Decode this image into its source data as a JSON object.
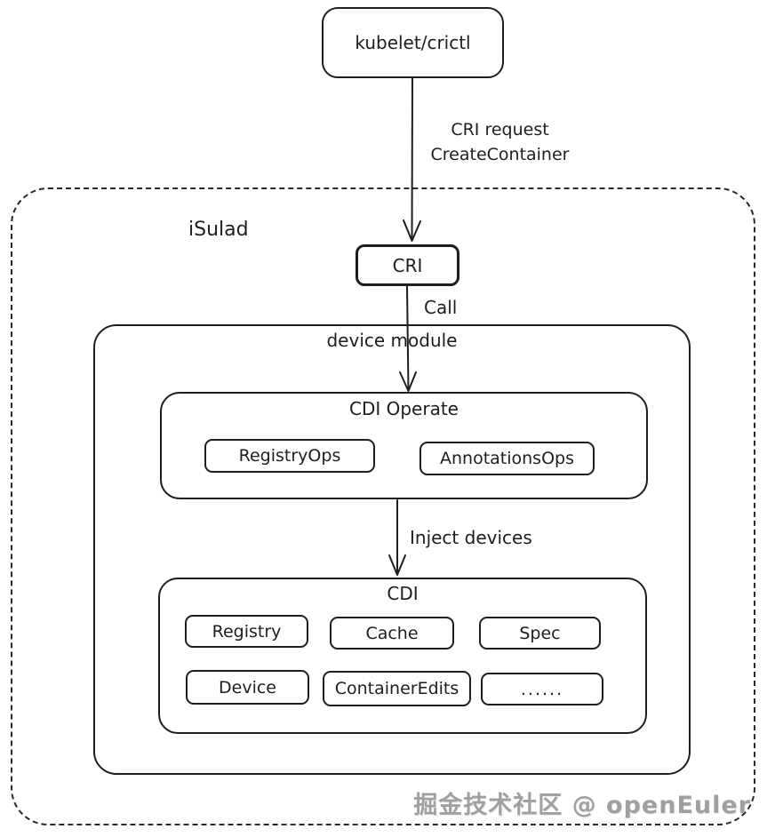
{
  "nodes": {
    "kubelet_label": "kubelet/crictl",
    "isulad_label": "iSulad",
    "cri_label": "CRI",
    "device_module_label": "device module",
    "cdi_operate_label": "CDI Operate",
    "registry_ops_label": "RegistryOps",
    "annotations_ops_label": "AnnotationsOps",
    "cdi_label": "CDI",
    "cdi_items_row1": [
      "Registry",
      "Cache",
      "Spec"
    ],
    "cdi_items_row2": [
      "Device",
      "ContainerEdits",
      "......"
    ]
  },
  "edge_labels": {
    "cri_request_line1": "CRI request",
    "cri_request_line2": "CreateContainer",
    "call": "Call",
    "inject_devices": "Inject devices"
  },
  "watermark": "掘金技术社区 @ openEuler",
  "colors": {
    "stroke": "#1e1e1e",
    "background": "#ffffff",
    "watermark_gray": "#a0a0a0"
  }
}
